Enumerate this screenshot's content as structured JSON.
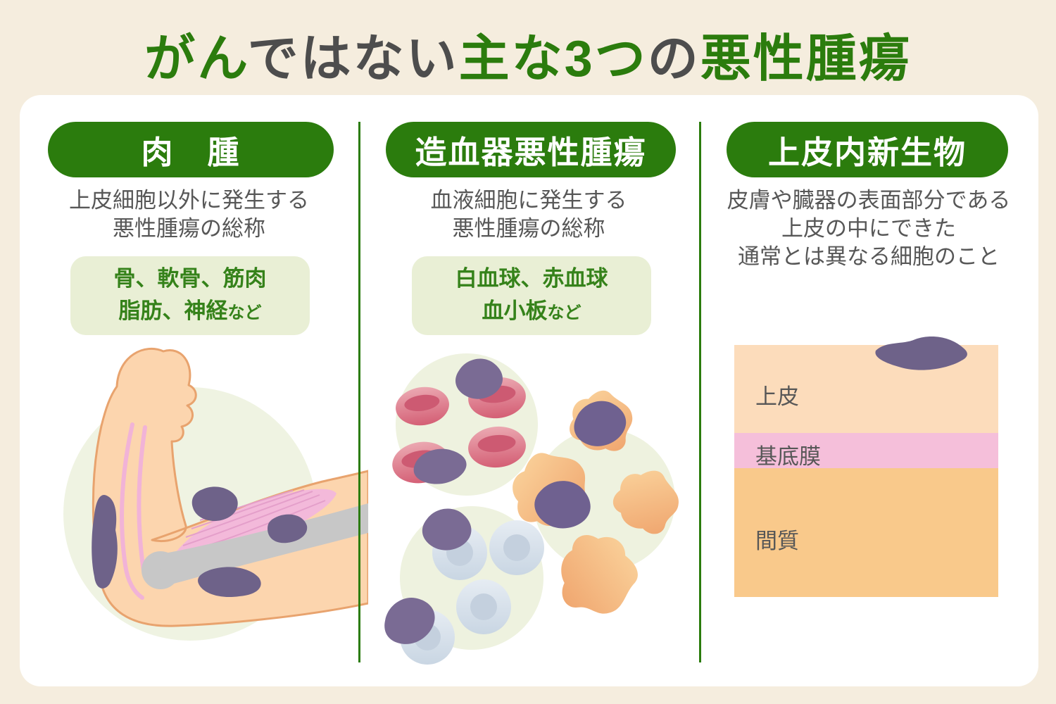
{
  "title": {
    "segments": [
      {
        "text": "がん",
        "color": "green"
      },
      {
        "text": "ではない",
        "color": "dark"
      },
      {
        "text": "主な3つ",
        "color": "green"
      },
      {
        "text": "の",
        "color": "dark"
      },
      {
        "text": "悪性腫瘍",
        "color": "green"
      }
    ]
  },
  "columns": [
    {
      "id": "sarcoma",
      "header": "肉　腫",
      "description_lines": [
        "上皮細胞以外に発生する",
        "悪性腫瘍の総称"
      ],
      "examples_box": {
        "line1": "骨、軟骨、筋肉",
        "line2": "脂肪、神経",
        "line2_suffix": "など"
      },
      "illustration": "arm-with-sarcoma-tumors"
    },
    {
      "id": "hematopoietic-malignancy",
      "header": "造血器悪性腫瘍",
      "description_lines": [
        "血液細胞に発生する",
        "悪性腫瘍の総称"
      ],
      "examples_box": {
        "line1": "白血球、赤血球",
        "line2": "血小板",
        "line2_suffix": "など"
      },
      "illustration": "blood-cells-with-tumors"
    },
    {
      "id": "intraepithelial-neoplasm",
      "header": "上皮内新生物",
      "description_lines": [
        "皮膚や臓器の表面部分である",
        "上皮の中にできた",
        "通常とは異なる細胞のこと"
      ],
      "diagram": {
        "layers": [
          {
            "label": "上皮"
          },
          {
            "label": "基底膜"
          },
          {
            "label": "間質"
          }
        ]
      }
    }
  ],
  "colors": {
    "background": "#f5edde",
    "card": "#ffffff",
    "accent_green": "#2b7c0d",
    "title_dark": "#4d4d4d",
    "body_text": "#575757",
    "examples_box_bg": "#e9efd5",
    "examples_box_text": "#35821a",
    "tumor_purple": "#6e6289",
    "tumor_purple_light": "#7a6b94",
    "skin": "#fcd5ae",
    "muscle_pink": "#f3b9da",
    "bone_gray": "#c7c7c7",
    "epithelium_layer": "#fcdcbb",
    "basement_membrane_layer": "#f5bfda",
    "stroma_layer": "#f9c98b"
  }
}
